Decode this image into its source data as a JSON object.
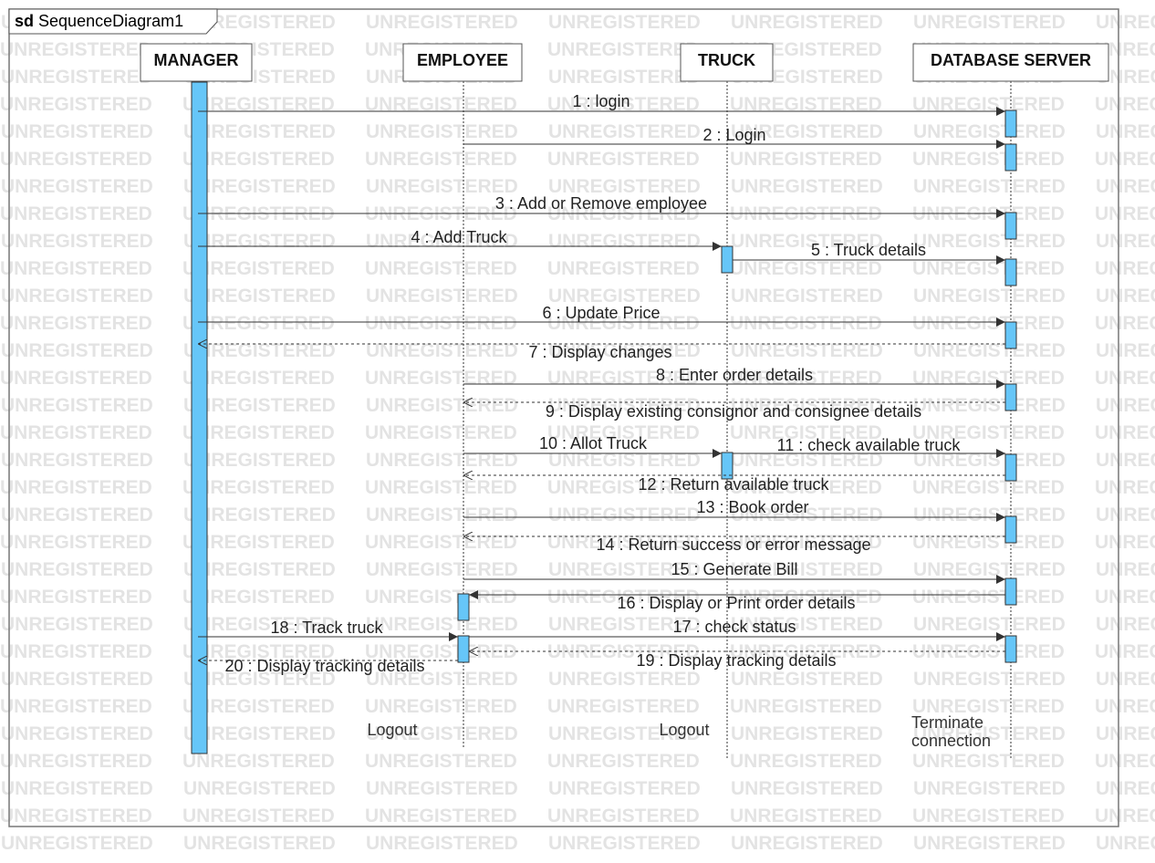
{
  "frame": {
    "keyword": "sd",
    "name": "SequenceDiagram1"
  },
  "watermark": "UNREGISTERED",
  "colors": {
    "activation": "#66c6f8",
    "line": "#444444",
    "frame": "#777777",
    "watermark": "#e3e3e3"
  },
  "lifelines": [
    {
      "id": "manager",
      "label": "MANAGER"
    },
    {
      "id": "employee",
      "label": "EMPLOYEE"
    },
    {
      "id": "truck",
      "label": "TRUCK"
    },
    {
      "id": "db",
      "label": "DATABASE SERVER"
    }
  ],
  "messages": [
    {
      "label": "1 : login",
      "from": "manager",
      "to": "db",
      "kind": "sync"
    },
    {
      "label": "2 : Login",
      "from": "employee",
      "to": "db",
      "kind": "sync"
    },
    {
      "label": "3 : Add or Remove employee",
      "from": "manager",
      "to": "db",
      "kind": "sync"
    },
    {
      "label": "4 : Add Truck",
      "from": "manager",
      "to": "truck",
      "kind": "sync"
    },
    {
      "label": "5 : Truck details",
      "from": "truck",
      "to": "db",
      "kind": "sync"
    },
    {
      "label": "6 : Update Price",
      "from": "manager",
      "to": "db",
      "kind": "sync"
    },
    {
      "label": "7 : Display changes",
      "from": "db",
      "to": "manager",
      "kind": "return"
    },
    {
      "label": "8 : Enter order details",
      "from": "employee",
      "to": "db",
      "kind": "sync"
    },
    {
      "label": "9 : Display existing consignor and consignee details",
      "from": "db",
      "to": "employee",
      "kind": "return"
    },
    {
      "label": "10 : Allot Truck",
      "from": "employee",
      "to": "truck",
      "kind": "sync"
    },
    {
      "label": "11 : check available truck",
      "from": "truck",
      "to": "db",
      "kind": "sync"
    },
    {
      "label": "12 : Return available truck",
      "from": "db",
      "to": "employee",
      "kind": "return"
    },
    {
      "label": "13 : Book order",
      "from": "employee",
      "to": "db",
      "kind": "sync"
    },
    {
      "label": "14 : Return success or error message",
      "from": "db",
      "to": "employee",
      "kind": "return"
    },
    {
      "label": "15 : Generate Bill",
      "from": "employee",
      "to": "db",
      "kind": "sync"
    },
    {
      "label": "16 : Display or Print order details",
      "from": "db",
      "to": "employee",
      "kind": "sync"
    },
    {
      "label": "17 : check status",
      "from": "employee",
      "to": "db",
      "kind": "sync"
    },
    {
      "label": "18 : Track truck",
      "from": "manager",
      "to": "employee",
      "kind": "sync"
    },
    {
      "label": "19 : Display tracking details",
      "from": "db",
      "to": "employee",
      "kind": "return"
    },
    {
      "label": "20 : Display tracking details",
      "from": "employee",
      "to": "manager",
      "kind": "return"
    }
  ],
  "notes": [
    {
      "lines": [
        "Logout"
      ]
    },
    {
      "lines": [
        "Logout"
      ]
    },
    {
      "lines": [
        "Terminate",
        "connection"
      ]
    }
  ]
}
